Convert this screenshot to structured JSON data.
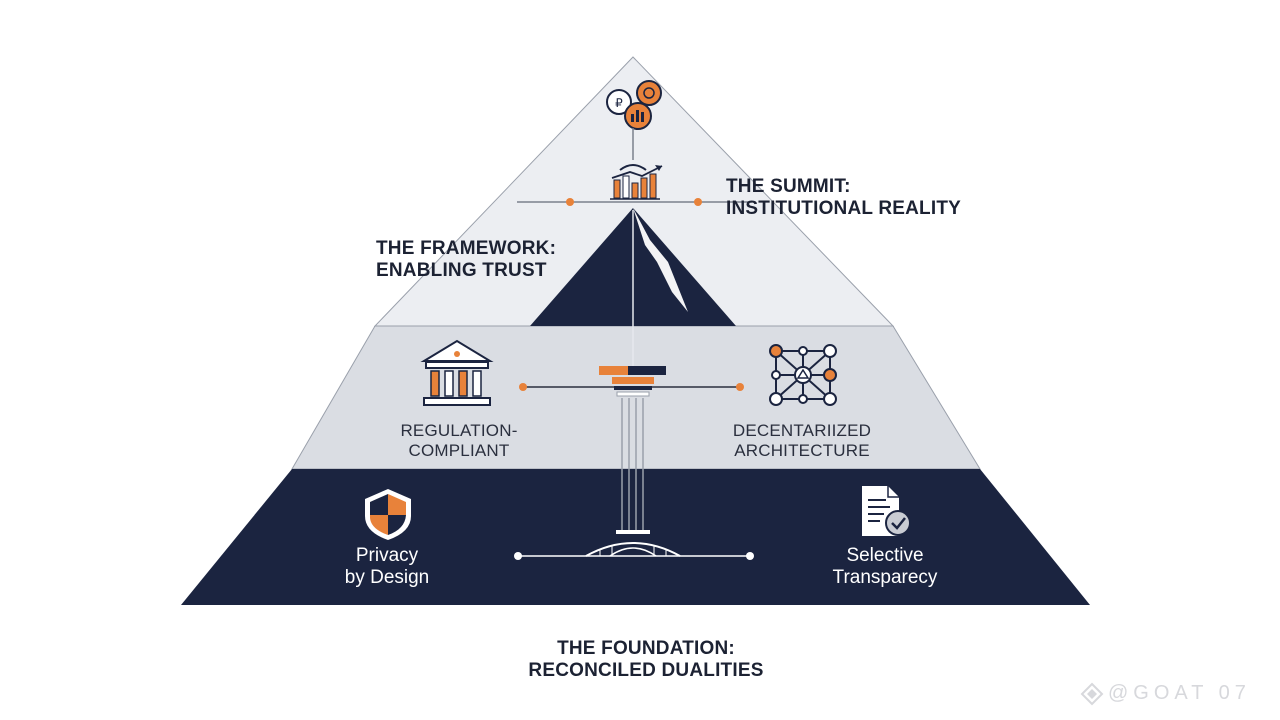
{
  "labels": {
    "summit": [
      "THE SUMMIT:",
      "INSTITUTIONAL REALITY"
    ],
    "framework": [
      "THE FRAMEWORK:",
      "ENABLING TRUST"
    ],
    "foundation": [
      "THE FOUNDATION:",
      "RECONCILED DUALITIES"
    ],
    "regulation": [
      "REGULATION-",
      "COMPLIANT"
    ],
    "decentralized": [
      "DECENTARIIZED",
      "ARCHITECTURE"
    ],
    "privacy": [
      "Privacy",
      "by Design"
    ],
    "transparency": [
      "Selective",
      "Transparecy"
    ]
  },
  "watermark": "@GOAT 07",
  "icons": [
    "finance-coins-icon",
    "growth-chart-icon",
    "mountain-icon",
    "bank-building-icon",
    "network-nodes-icon",
    "shield-icon",
    "document-check-icon",
    "bridge-icon",
    "pillar-icon"
  ],
  "colors": {
    "navy": "#1b2440",
    "accent_orange": "#e8823a",
    "top_tier": "#eceef2",
    "middle_tier": "#dadde3",
    "bottom_tier": "#1b2440"
  }
}
